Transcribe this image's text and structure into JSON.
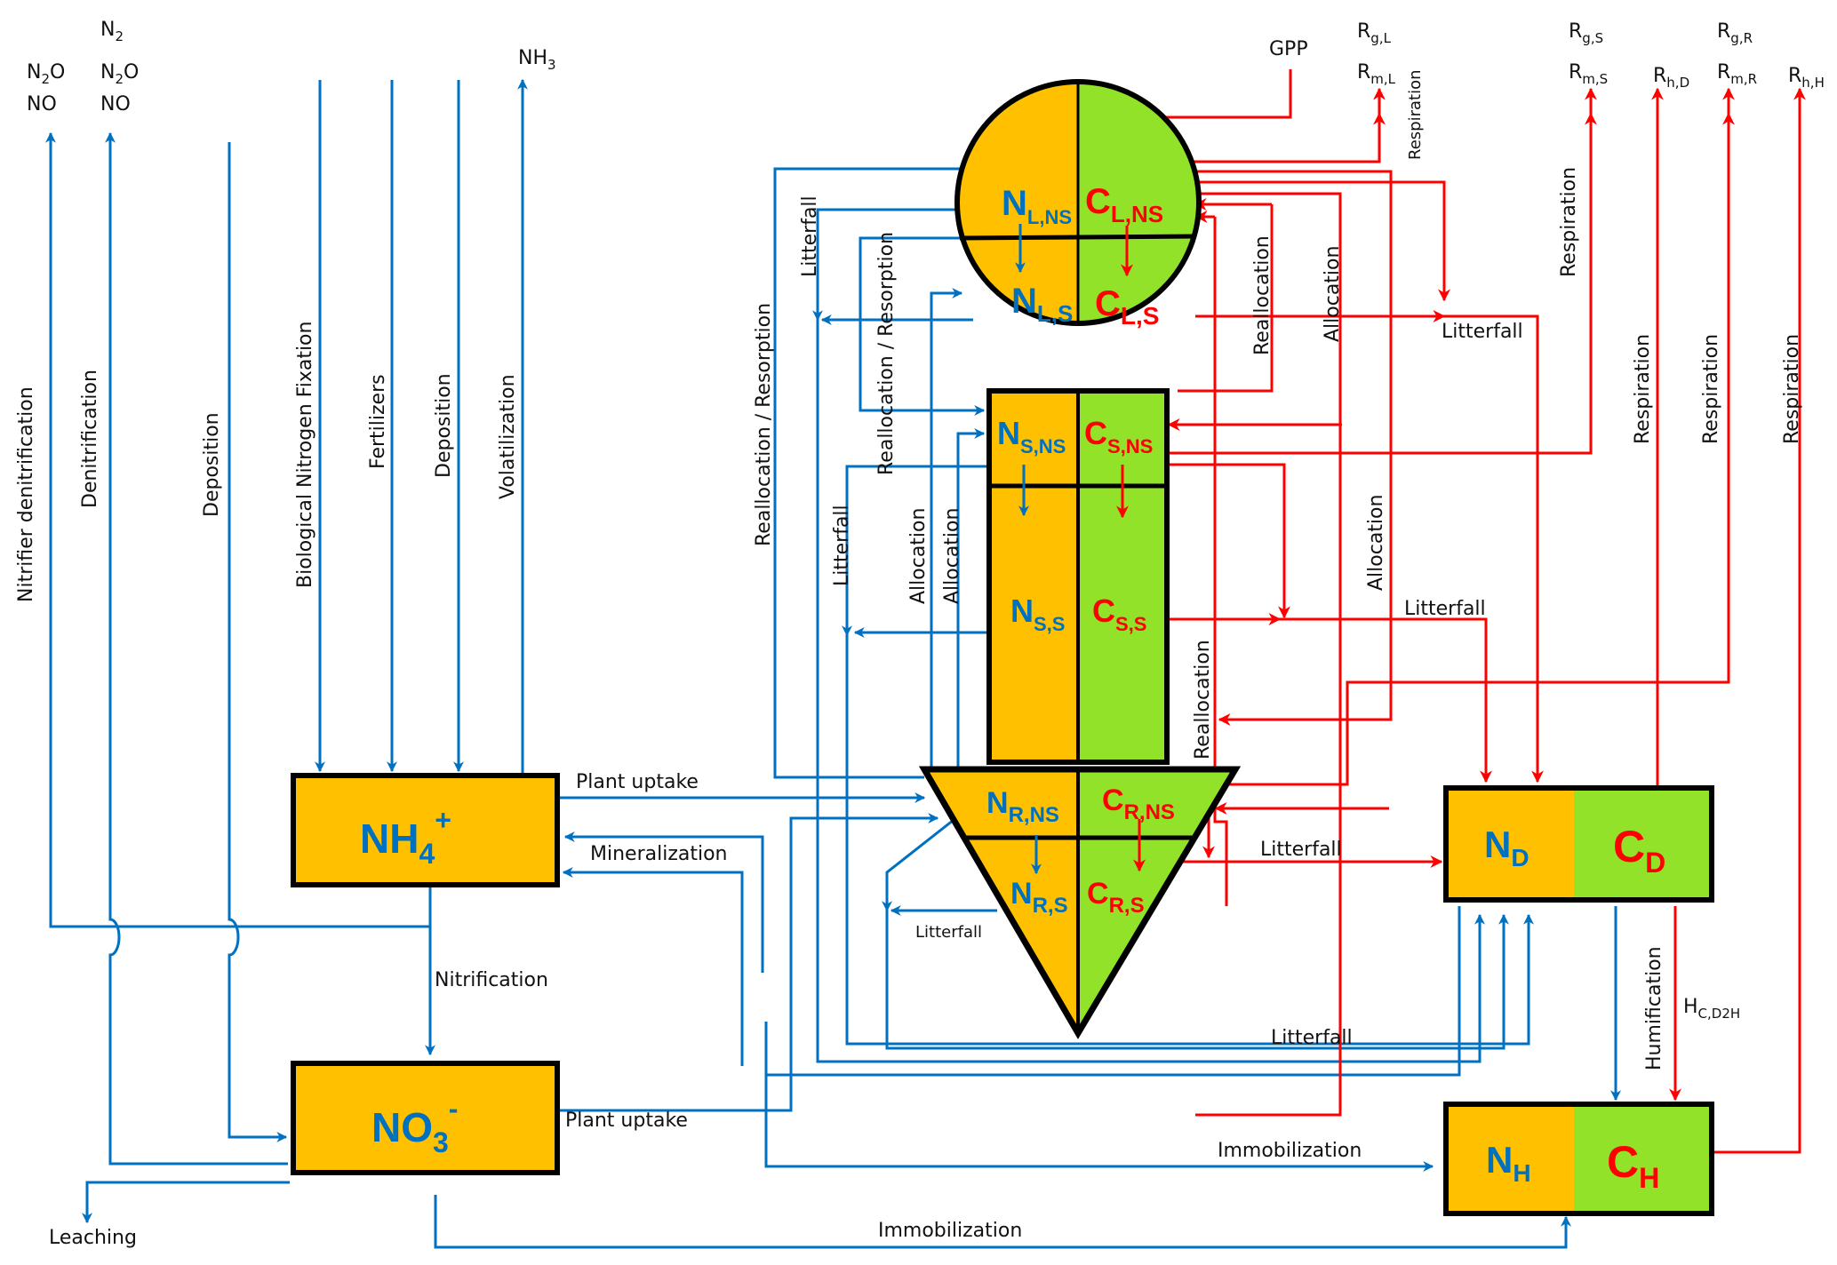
{
  "colors": {
    "nitrogen_flow": "#0070c0",
    "carbon_flow": "#ff0000",
    "nitrogen_pool": "#ffc000",
    "carbon_pool": "#92e22a",
    "outline": "#000000"
  },
  "top_outputs": {
    "nitrifier_denitrification": [
      "N2O",
      "NO"
    ],
    "denitrification": [
      "N2",
      "N2O",
      "NO"
    ],
    "volatilization": "NH3",
    "gpp": "GPP",
    "leaf_respiration": [
      "Rg,L",
      "Rm,L"
    ],
    "stem_respiration": [
      "Rg,S",
      "Rm,S"
    ],
    "debris_respiration": "Rh,D",
    "root_respiration": [
      "Rg,R",
      "Rm,R"
    ],
    "humus_respiration": "Rh,H"
  },
  "soil_inputs": {
    "nitrifier_denitrification": "Nitrifier denitrification",
    "denitrification": "Denitrification",
    "deposition_no3": "Deposition",
    "bnf": "Biological Nitrogen Fixation",
    "fertilizers": "Fertilizers",
    "deposition_nh4": "Deposition",
    "volatilization": "Volatilization"
  },
  "pools": {
    "nh4": {
      "base": "NH",
      "sub": "4",
      "sup": "+"
    },
    "no3": {
      "base": "NO",
      "sub": "3",
      "sup": "-"
    },
    "leaf": {
      "n_ns": {
        "base": "N",
        "sub": "L,NS"
      },
      "c_ns": {
        "base": "C",
        "sub": "L,NS"
      },
      "n_s": {
        "base": "N",
        "sub": "L,S"
      },
      "c_s": {
        "base": "C",
        "sub": "L,S"
      }
    },
    "stem": {
      "n_ns": {
        "base": "N",
        "sub": "S,NS"
      },
      "c_ns": {
        "base": "C",
        "sub": "S,NS"
      },
      "n_s": {
        "base": "N",
        "sub": "S,S"
      },
      "c_s": {
        "base": "C",
        "sub": "S,S"
      }
    },
    "root": {
      "n_ns": {
        "base": "N",
        "sub": "R,NS"
      },
      "c_ns": {
        "base": "C",
        "sub": "R,NS"
      },
      "n_s": {
        "base": "N",
        "sub": "R,S"
      },
      "c_s": {
        "base": "C",
        "sub": "R,S"
      }
    },
    "debris": {
      "n": {
        "base": "N",
        "sub": "D"
      },
      "c": {
        "base": "C",
        "sub": "D"
      }
    },
    "humus": {
      "n": {
        "base": "N",
        "sub": "H"
      },
      "c": {
        "base": "C",
        "sub": "H"
      }
    }
  },
  "flow_labels": {
    "plant_uptake_nh4": "Plant uptake",
    "mineralization": "Mineralization",
    "nitrification": "Nitrification",
    "plant_uptake_no3": "Plant uptake",
    "leaching": "Leaching",
    "immobilization_nh4": "Immobilization",
    "immobilization_no3": "Immobilization",
    "realloc_resorp_outer": "Reallocation / Resorption",
    "realloc_resorp_inner": "Reallocation / Resorption",
    "litterfall_leaf_n": "Litterfall",
    "litterfall_stem_n": "Litterfall",
    "allocation_n1": "Allocation",
    "allocation_n2": "Allocation",
    "litterfall_root_n": "Litterfall",
    "litterfall_n_bottom": "Litterfall",
    "respiration_leaf": "Respiration",
    "reallocation_leaf_c": "Reallocation",
    "allocation_leaf_c": "Allocation",
    "litterfall_leaf_c": "Litterfall",
    "respiration_stem": "Respiration",
    "allocation_c_stem": "Allocation",
    "litterfall_stem_c": "Litterfall",
    "reallocation_root_c": "Reallocation",
    "litterfall_root_c": "Litterfall",
    "respiration_debris": "Respiration",
    "respiration_root": "Respiration",
    "respiration_humus": "Respiration",
    "humification": "Humification",
    "humification_c": {
      "base": "H",
      "sub": "C,D2H"
    }
  }
}
